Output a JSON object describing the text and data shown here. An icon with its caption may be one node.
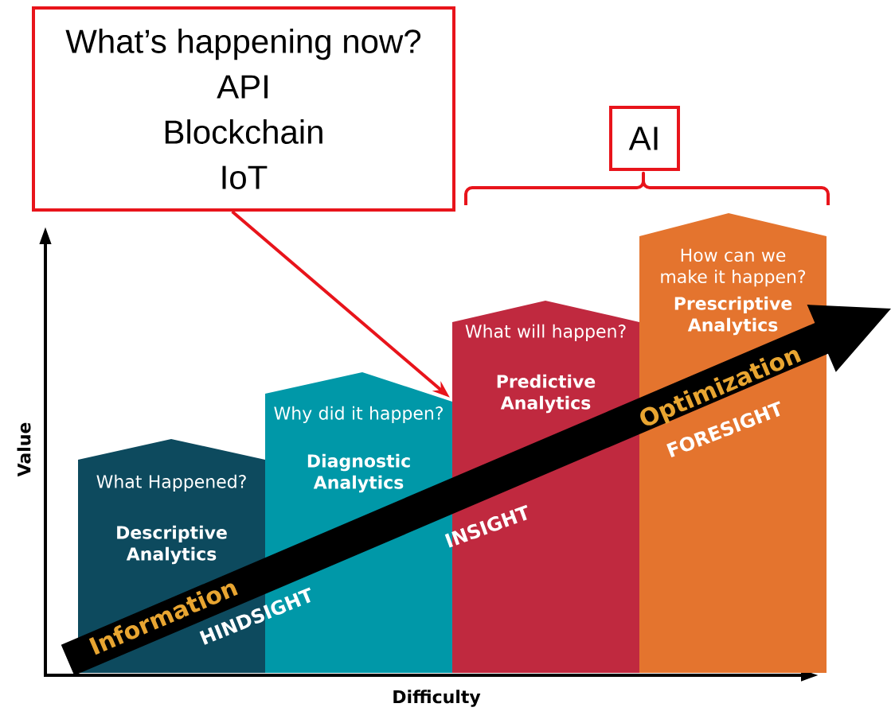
{
  "diagram": {
    "nodes": [
      {
        "text": [
          "What’s happening now?",
          "API",
          "Blockchain",
          "IoT"
        ]
      },
      {
        "text": [
          "AI"
        ]
      },
      {
        "text": [
          "What Happened?",
          "Descriptive Analytics"
        ]
      },
      {
        "text": [
          "Why did it happen?",
          "Diagnostic Analytics"
        ]
      },
      {
        "text": [
          "What will happen?",
          "Predictive Analytics"
        ]
      },
      {
        "text": [
          "How can we make it happen?",
          "Prescriptive Analytics"
        ]
      }
    ],
    "edges": [
      {
        "from": 0,
        "to": 4,
        "arrow": "to",
        "color": "#e8141b"
      }
    ],
    "labels": [
      "Information",
      "HINDSIGHT",
      "INSIGHT",
      "Optimization",
      "FORESIGHT",
      "Value",
      "Difficulty"
    ]
  }
}
